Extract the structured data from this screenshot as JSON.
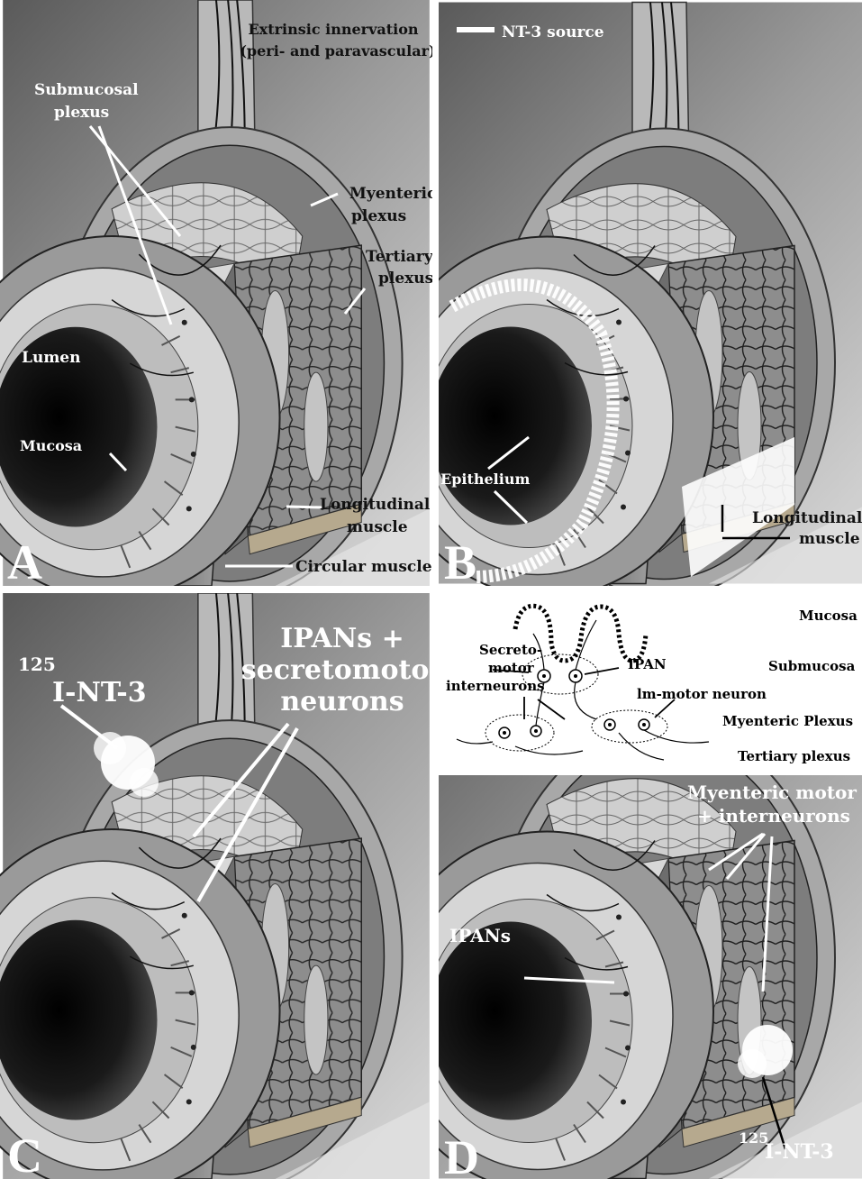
{
  "panels": {
    "a": {
      "letter": "A",
      "extrinsic_line1": "Extrinsic innervation",
      "extrinsic_line2": "(peri- and paravascular)",
      "submucosal_line1": "Submucosal",
      "submucosal_line2": "plexus",
      "myenteric_line1": "Myenteric",
      "myenteric_line2": "plexus",
      "tertiary_line1": "Tertiary",
      "tertiary_line2": "plexus",
      "lumen": "Lumen",
      "mucosa": "Mucosa",
      "longitudinal_line1": "Longitudinal",
      "longitudinal_line2": "muscle",
      "circular": "Circular muscle"
    },
    "b": {
      "letter": "B",
      "nt3_source": "NT-3 source",
      "epithelium": "Epithelium",
      "longitudinal_line1": "Longitudinal",
      "longitudinal_line2": "muscle"
    },
    "c": {
      "letter": "C",
      "isotope_sup": "125",
      "isotope_label": "I-NT-3",
      "ipans_line1": "IPANs +",
      "ipans_line2": "secretomotor",
      "ipans_line3": "neurons"
    },
    "schematic": {
      "layer_mucosa": "Mucosa",
      "layer_submucosa": "Submucosa",
      "layer_myenteric": "Myenteric Plexus",
      "layer_tertiary": "Tertiary plexus",
      "secreto_line1": "Secreto-",
      "secreto_line2": "motor",
      "secreto_line3": "interneurons",
      "ipan": "IPAN",
      "lm_motor": "lm-motor neuron"
    },
    "d": {
      "letter": "D",
      "myenteric_line1": "Myenteric motor",
      "myenteric_line2": "+ interneurons",
      "ipans": "IPANs",
      "isotope_sup": "125",
      "isotope_label": "I-NT-3"
    }
  }
}
